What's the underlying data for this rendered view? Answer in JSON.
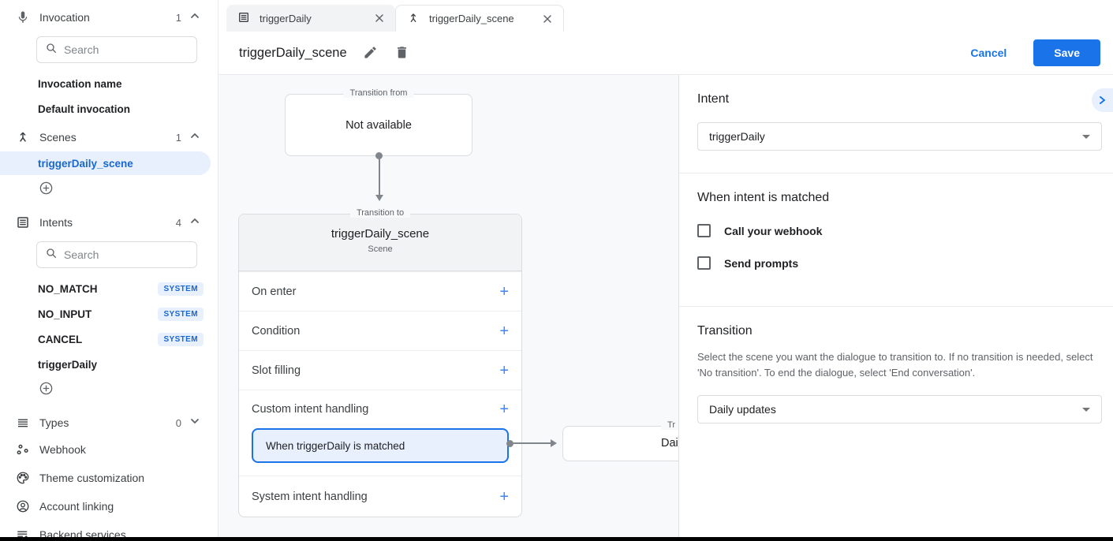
{
  "colors": {
    "accent": "#1a73e8",
    "selection_bg": "#e8f0fe",
    "selected_text": "#1967d2",
    "canvas_bg": "#f8f9fa",
    "border": "#dadce0",
    "text_primary": "#202124",
    "text_secondary": "#5f6368"
  },
  "sidebar": {
    "invocation": {
      "label": "Invocation",
      "count": "1",
      "icon": "mic-icon",
      "search_placeholder": "Search",
      "items": [
        {
          "label": "Invocation name"
        },
        {
          "label": "Default invocation"
        }
      ]
    },
    "scenes": {
      "label": "Scenes",
      "count": "1",
      "icon": "scene-icon",
      "items": [
        {
          "label": "triggerDaily_scene",
          "selected": true
        }
      ]
    },
    "intents": {
      "label": "Intents",
      "count": "4",
      "icon": "article-icon",
      "search_placeholder": "Search",
      "items": [
        {
          "label": "NO_MATCH",
          "badge": "SYSTEM"
        },
        {
          "label": "NO_INPUT",
          "badge": "SYSTEM"
        },
        {
          "label": "CANCEL",
          "badge": "SYSTEM"
        },
        {
          "label": "triggerDaily"
        }
      ]
    },
    "types": {
      "label": "Types",
      "count": "0",
      "icon": "menu-icon"
    },
    "links": [
      {
        "label": "Webhook",
        "icon": "webhook-icon"
      },
      {
        "label": "Theme customization",
        "icon": "palette-icon"
      },
      {
        "label": "Account linking",
        "icon": "account-circle-icon"
      },
      {
        "label": "Backend services",
        "icon": "backend-services-icon"
      }
    ]
  },
  "tabs": [
    {
      "label": "triggerDaily",
      "icon": "article-icon"
    },
    {
      "label": "triggerDaily_scene",
      "icon": "scene-icon",
      "active": true
    }
  ],
  "header": {
    "title": "triggerDaily_scene",
    "cancel": "Cancel",
    "save": "Save"
  },
  "canvas": {
    "plus": "+",
    "from_box": {
      "legend": "Transition from",
      "text": "Not available"
    },
    "scene_box": {
      "legend": "Transition to",
      "title": "triggerDaily_scene",
      "subtitle": "Scene",
      "rows": [
        {
          "label": "On enter"
        },
        {
          "label": "Condition"
        },
        {
          "label": "Slot filling"
        },
        {
          "label": "Custom intent handling"
        },
        {
          "label": "System intent handling"
        }
      ],
      "handler": {
        "label": "When triggerDaily is matched"
      }
    },
    "target_box": {
      "legend": "Tr",
      "text": "Dail"
    }
  },
  "panel": {
    "intent": {
      "heading": "Intent",
      "value": "triggerDaily"
    },
    "matched": {
      "heading": "When intent is matched",
      "options": [
        {
          "label": "Call your webhook",
          "checked": false
        },
        {
          "label": "Send prompts",
          "checked": false
        }
      ]
    },
    "transition": {
      "heading": "Transition",
      "description": "Select the scene you want the dialogue to transition to. If no transition is needed, select 'No transition'. To end the dialogue, select 'End conversation'.",
      "value": "Daily updates"
    }
  }
}
